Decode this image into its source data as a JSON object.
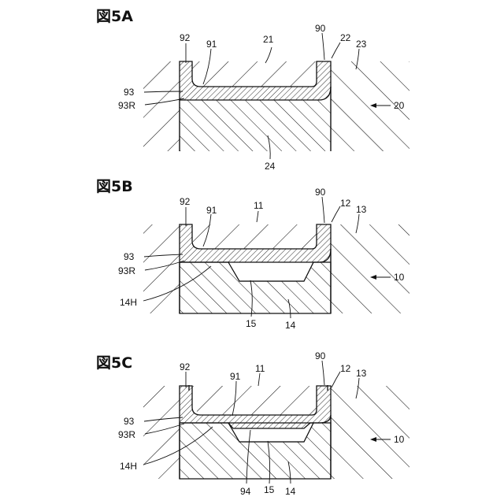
{
  "figures": [
    {
      "title": "図5A",
      "labels": {
        "l92": "92",
        "l91": "91",
        "l21": "21",
        "l90": "90",
        "l22": "22",
        "l23": "23",
        "l93": "93",
        "l93R": "93R",
        "l20": "20",
        "l24": "24"
      }
    },
    {
      "title": "図5B",
      "labels": {
        "l92": "92",
        "l91": "91",
        "l11": "11",
        "l90": "90",
        "l12": "12",
        "l13": "13",
        "l93": "93",
        "l93R": "93R",
        "l10": "10",
        "l14H": "14H",
        "l15": "15",
        "l14": "14"
      }
    },
    {
      "title": "図5C",
      "labels": {
        "l92": "92",
        "l91": "91",
        "l11": "11",
        "l90": "90",
        "l12": "12",
        "l13": "13",
        "l93": "93",
        "l93R": "93R",
        "l10": "10",
        "l14H": "14H",
        "l94": "94",
        "l15": "15",
        "l14": "14"
      }
    }
  ]
}
